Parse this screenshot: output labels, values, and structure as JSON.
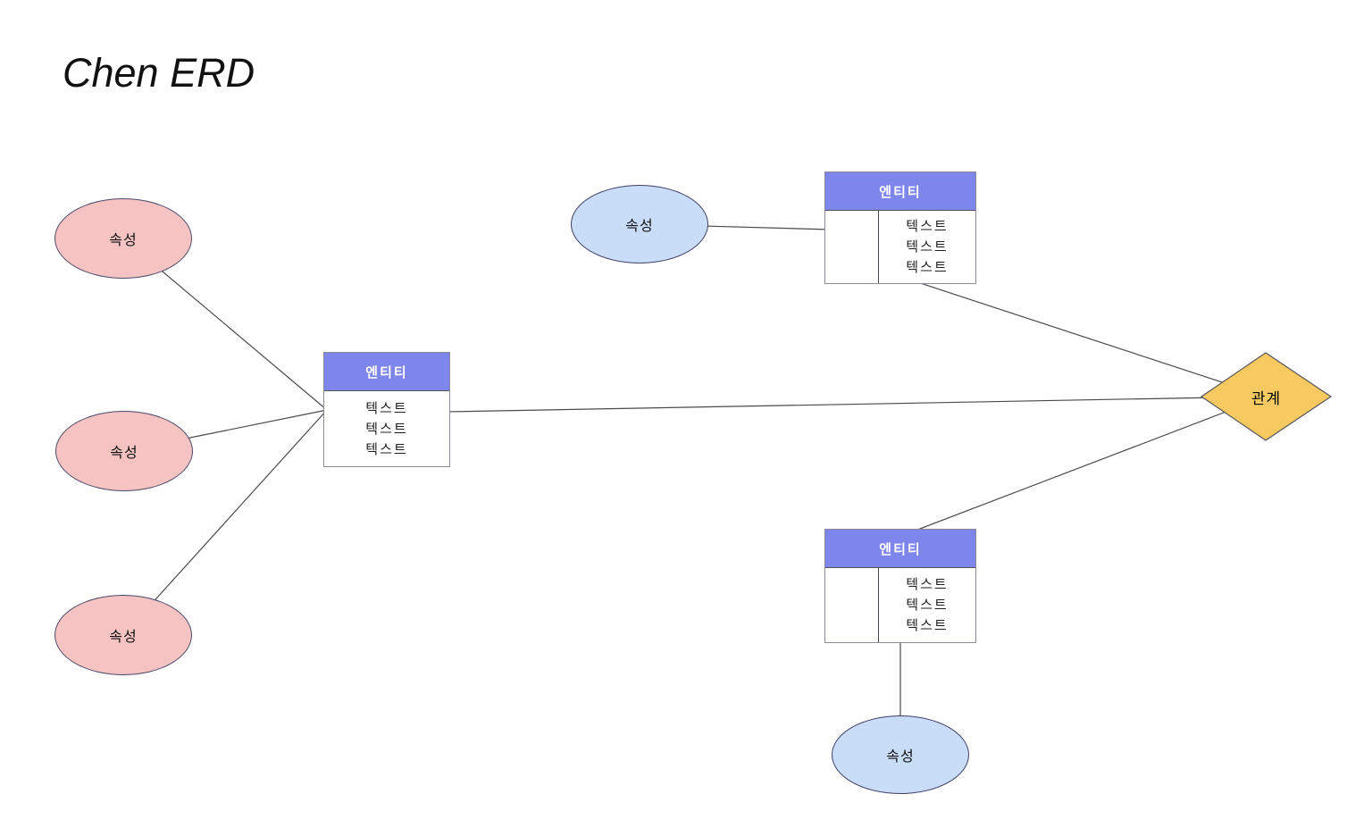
{
  "title": "Chen ERD",
  "colors": {
    "entity_header": "#7e86ec",
    "attribute_pink": "#f5c3c2",
    "attribute_blue": "#c9dcf8",
    "relationship_fill": "#f6ca61",
    "connector_line": "#4a4a4a"
  },
  "nodes": {
    "attribute_pink_1": {
      "label": "속성"
    },
    "attribute_pink_2": {
      "label": "속성"
    },
    "attribute_pink_3": {
      "label": "속성"
    },
    "attribute_blue_top": {
      "label": "속성"
    },
    "attribute_blue_bottom": {
      "label": "속성"
    },
    "entity_center": {
      "title": "엔티티",
      "rows": [
        "텍스트",
        "텍스트",
        "텍스트"
      ]
    },
    "entity_top": {
      "title": "엔티티",
      "rows": [
        "텍스트",
        "텍스트",
        "텍스트"
      ]
    },
    "entity_bottom": {
      "title": "엔티티",
      "rows": [
        "텍스트",
        "텍스트",
        "텍스트"
      ]
    },
    "relationship": {
      "label": "관계"
    }
  },
  "edges": [
    {
      "from": "attribute_pink_1",
      "to": "entity_center"
    },
    {
      "from": "attribute_pink_2",
      "to": "entity_center"
    },
    {
      "from": "attribute_pink_3",
      "to": "entity_center"
    },
    {
      "from": "entity_center",
      "to": "relationship"
    },
    {
      "from": "entity_top",
      "to": "relationship"
    },
    {
      "from": "entity_bottom",
      "to": "relationship"
    },
    {
      "from": "attribute_blue_top",
      "to": "entity_top"
    },
    {
      "from": "entity_bottom",
      "to": "attribute_blue_bottom"
    }
  ]
}
